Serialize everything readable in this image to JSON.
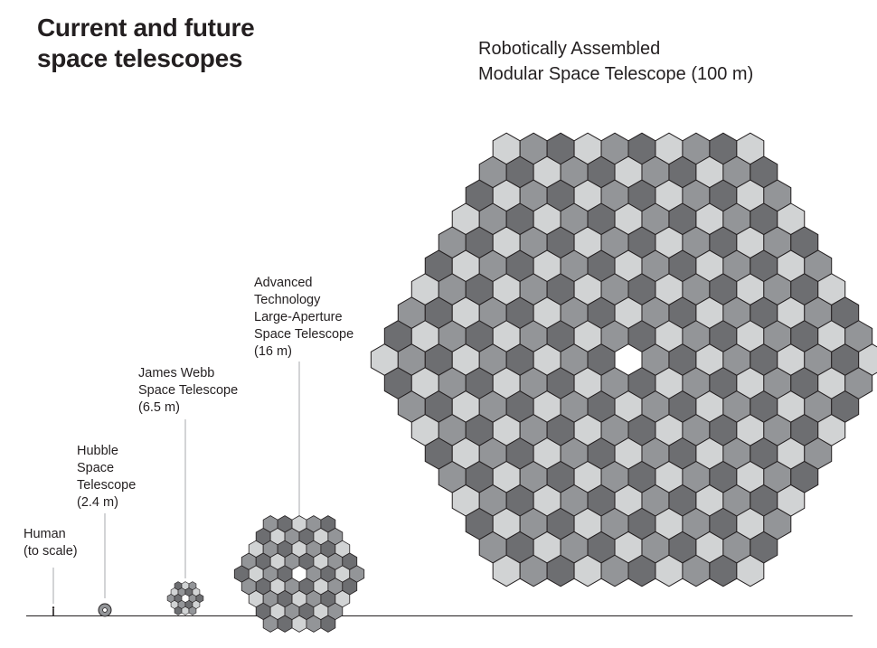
{
  "title": {
    "line1": "Current and future",
    "line2": "space telescopes"
  },
  "telescopes": [
    {
      "id": "human",
      "lines": [
        "Human",
        "(to scale)"
      ]
    },
    {
      "id": "hubble",
      "lines": [
        "Hubble",
        "Space",
        "Telescope",
        "(2.4 m)"
      ]
    },
    {
      "id": "jwst",
      "lines": [
        "James Webb",
        "Space Telescope",
        "(6.5 m)"
      ]
    },
    {
      "id": "atlast",
      "lines": [
        "Advanced",
        "Technology",
        "Large-Aperture",
        "Space Telescope",
        "(16 m)"
      ]
    },
    {
      "id": "ramst",
      "lines": [
        "Robotically Assembled",
        "Modular Space Telescope (100 m)"
      ]
    }
  ],
  "colors": {
    "light": "#d1d3d4",
    "medium": "#939598",
    "dark": "#6d6e71",
    "stroke": "#231f20",
    "leader": "#a7a9ac"
  }
}
